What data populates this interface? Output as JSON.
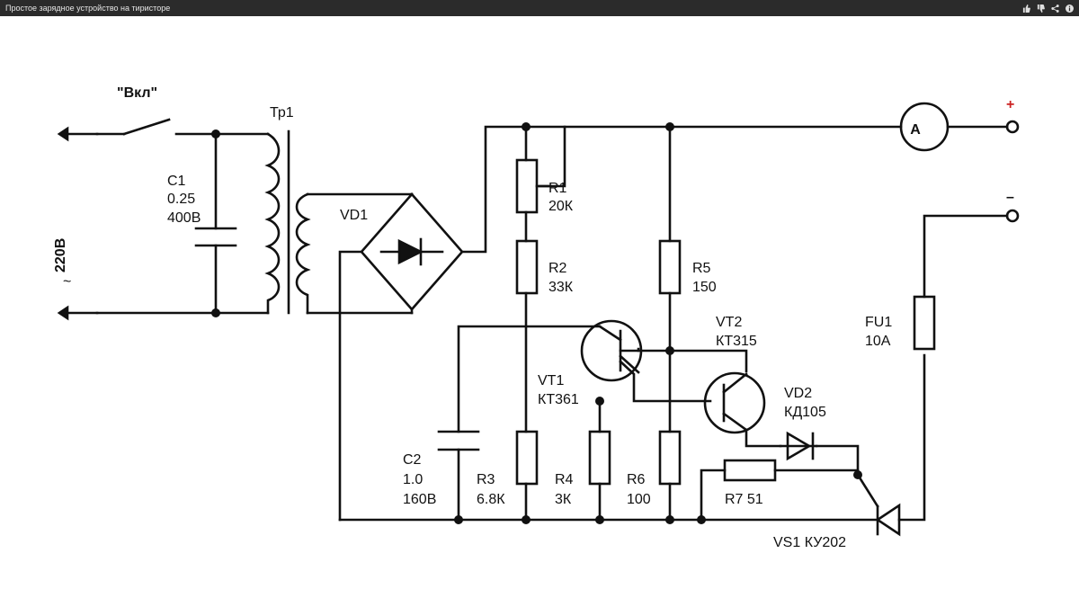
{
  "window": {
    "title": "Простое зарядное устройство на тиристоре"
  },
  "toolbar": {
    "like_icon": "thumbs-up-icon",
    "dislike_icon": "thumbs-down-icon",
    "share_icon": "share-icon",
    "info_icon": "info-icon"
  },
  "schematic": {
    "switch_label": "\"Вкл\"",
    "mains_label": "220В",
    "mains_symbol": "~",
    "c1": {
      "name": "C1",
      "value": "0.25",
      "voltage": "400В"
    },
    "tr1": {
      "name": "Тр1"
    },
    "vd1": {
      "name": "VD1"
    },
    "r1": {
      "name": "R1",
      "value": "20К"
    },
    "r2": {
      "name": "R2",
      "value": "33К"
    },
    "r5": {
      "name": "R5",
      "value": "150"
    },
    "vt2": {
      "name": "VT2",
      "value": "КТ315"
    },
    "vt1": {
      "name": "VT1",
      "value": "КТ361"
    },
    "fu1": {
      "name": "FU1",
      "value": "10А"
    },
    "vd2": {
      "name": "VD2",
      "value": "КД105"
    },
    "c2": {
      "name": "C2",
      "value": "1.0",
      "voltage": "160В"
    },
    "r3": {
      "name": "R3",
      "value": "6.8К"
    },
    "r4": {
      "name": "R4",
      "value": "3К"
    },
    "r6": {
      "name": "R6",
      "value": "100"
    },
    "r7": {
      "label": "R7 51"
    },
    "vs1": {
      "label": "VS1 КУ202"
    },
    "ammeter": "A",
    "plus": "+",
    "minus": "–"
  }
}
